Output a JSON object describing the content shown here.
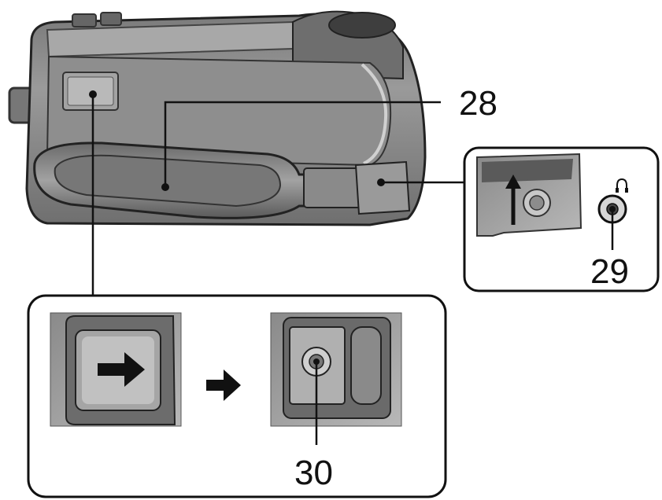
{
  "callouts": {
    "c28": "28",
    "c29": "29",
    "c30": "30"
  },
  "icons": {
    "headphone_symbol": "headphone-icon",
    "direction_arrow": "right-arrow-icon",
    "slide_up_arrow": "up-arrow-icon"
  },
  "colors": {
    "body_gray": "#8c8c8c",
    "dark_gray": "#5e5e5e",
    "light_gray": "#b4b4b4",
    "line": "#111111",
    "background": "#ffffff"
  }
}
